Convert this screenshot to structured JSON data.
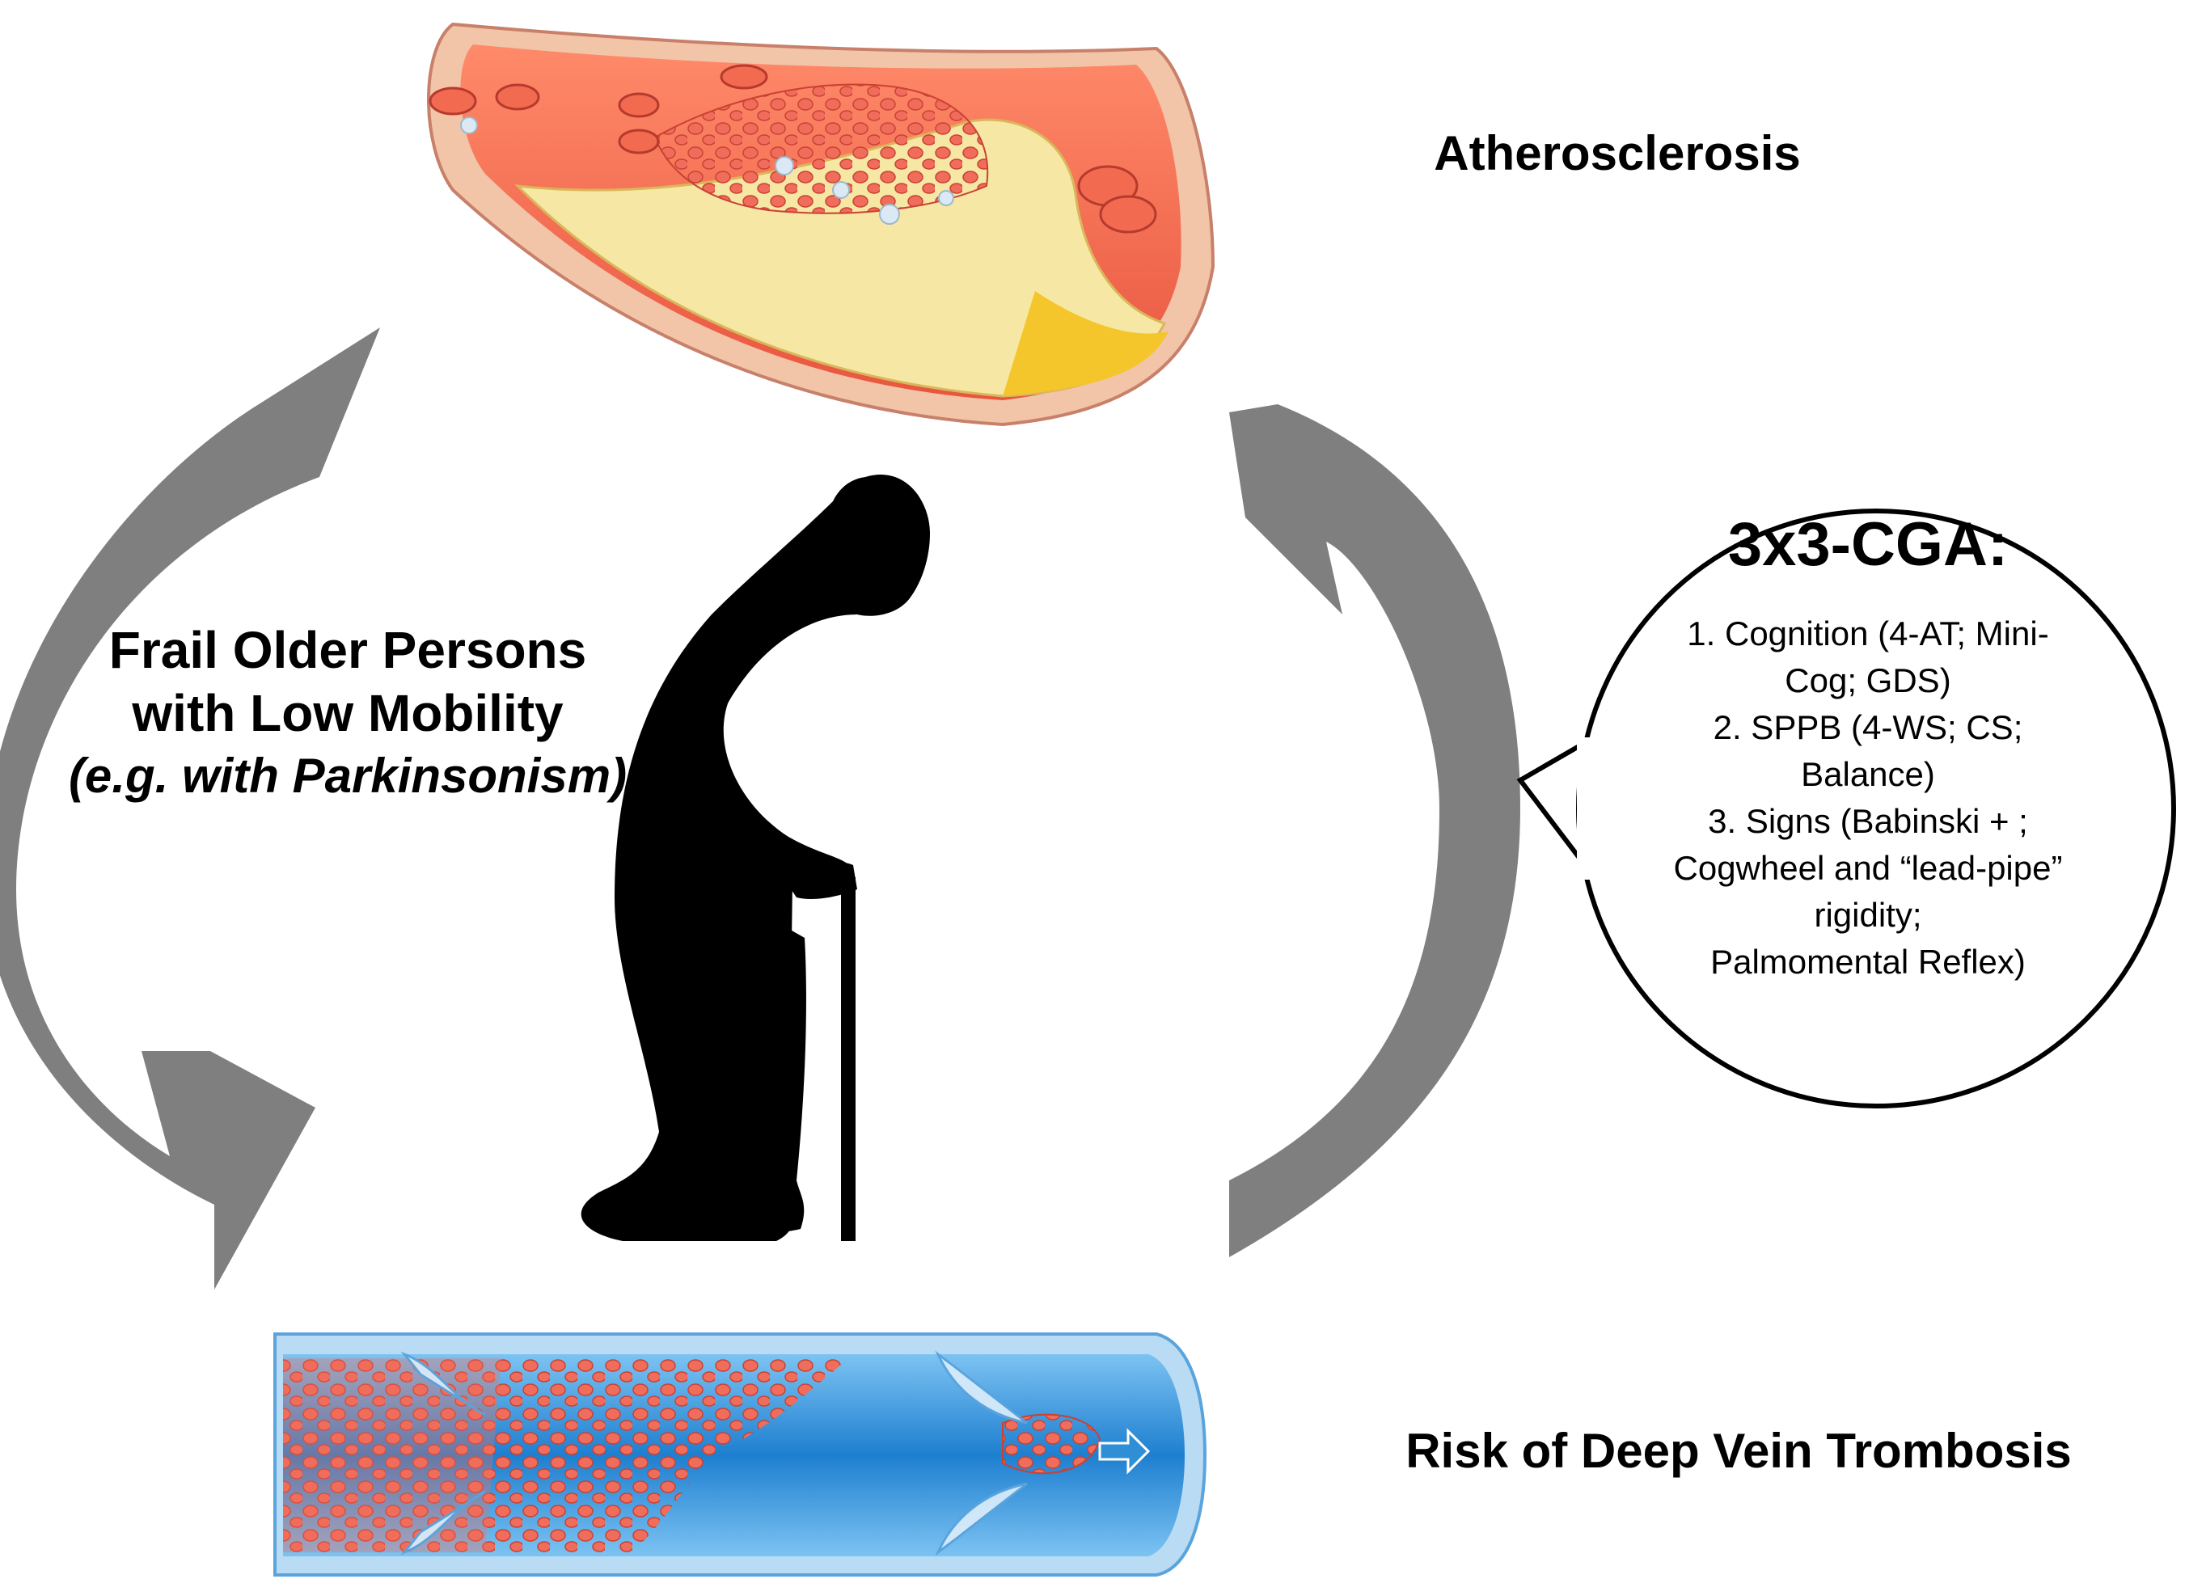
{
  "labels": {
    "atherosclerosis": "Atherosclerosis",
    "dvt": "Risk of Deep Vein Trombosis",
    "frail_line1": "Frail Older Persons",
    "frail_line2": "with Low Mobility",
    "frail_line3": "(e.g. with Parkinsonism)"
  },
  "cga": {
    "title": "3x3-CGA:",
    "lines": [
      "1. Cognition (4-AT; Mini-",
      "Cog; GDS)",
      "2. SPPB (4-WS; CS;",
      "Balance)",
      "3. Signs (Babinski + ;",
      "Cogwheel and “lead-pipe”",
      "rigidity;",
      "Palmomental Reflex)"
    ]
  },
  "colors": {
    "arrow": "#7f7f7f",
    "artery_wall": "#e8553f",
    "blood_vessel_lumen": "#f26a4f",
    "plaque": "#f6e7a4",
    "vein": "#2f8fd6",
    "clot": "#e04a3a",
    "silhouette": "#000000"
  },
  "icons": [
    "artery-plaque-illustration",
    "elderly-person-with-cane-icon",
    "vein-thrombus-illustration",
    "cycle-arrow-icon"
  ]
}
